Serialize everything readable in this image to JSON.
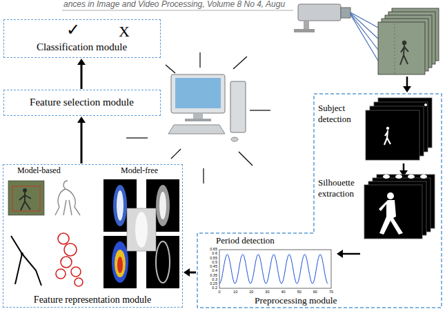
{
  "diagram": {
    "nodes": [
      {
        "text": [
          "✓",
          "X",
          "Classification module"
        ]
      },
      {
        "text": [
          "Feature selection module"
        ]
      },
      {
        "text": [
          "Model-based",
          "Model-free",
          "Feature representation module"
        ]
      },
      {
        "text": [
          "Subject detection",
          "Silhouette extraction",
          "Period detection",
          "Preprocessing module"
        ]
      }
    ],
    "edges": [
      {
        "from": 1,
        "to": 0,
        "arrow": "to"
      },
      {
        "from": 2,
        "to": 1,
        "arrow": "to"
      },
      {
        "from": 3,
        "to": 2,
        "arrow": "to"
      }
    ],
    "labels": [
      "ances in Image and Video Processing, Volume 8 No 4, Augu",
      "0.65",
      "0.6",
      "0.55",
      "0.5",
      "0.45",
      "0.4",
      "0.35",
      "0.3",
      "0.25",
      "0.2",
      "0",
      "10",
      "20",
      "30",
      "40",
      "50",
      "60",
      "70"
    ]
  }
}
